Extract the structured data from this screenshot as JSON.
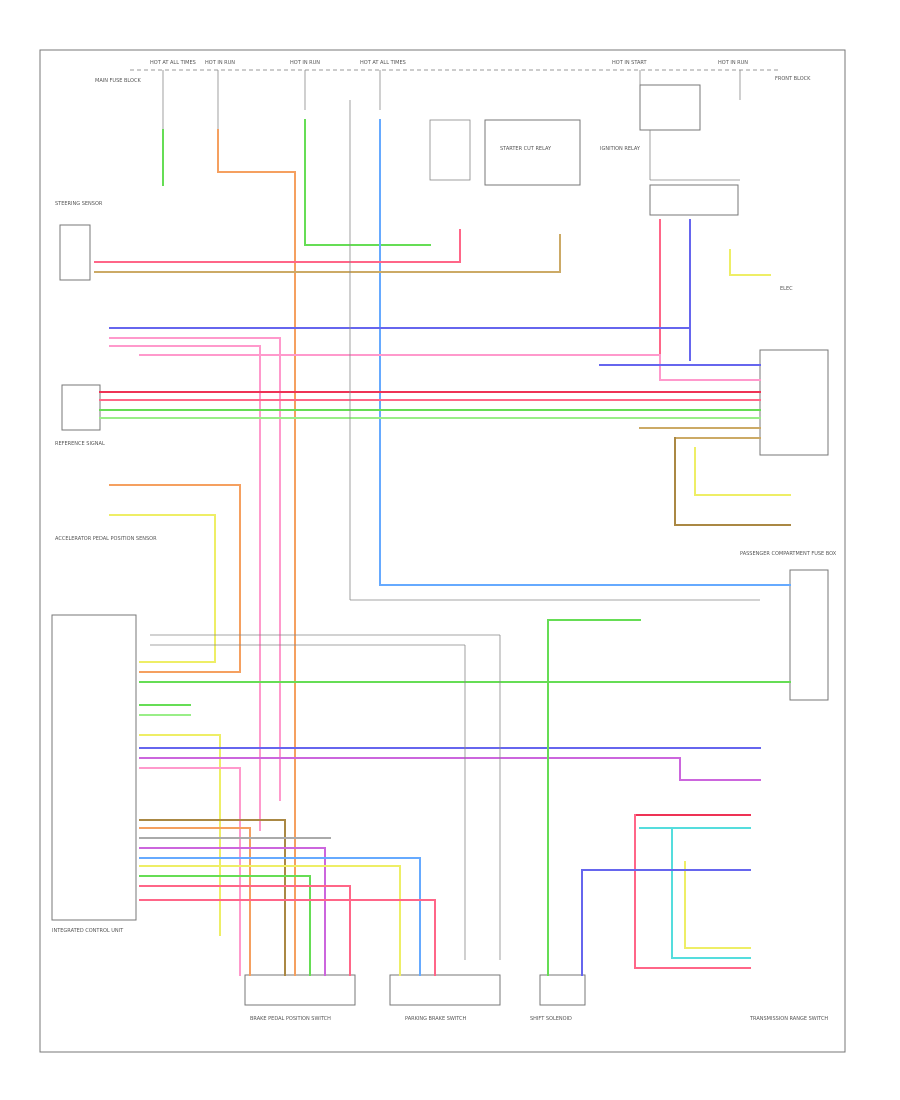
{
  "wire_colors": {
    "green": "#66dd55",
    "light_green": "#99ee88",
    "orange": "#f5a060",
    "pink": "#ff6688",
    "light_pink": "#ff99cc",
    "red": "#ee3355",
    "blue": "#6666ee",
    "light_blue": "#66aaff",
    "violet": "#cc66dd",
    "yellow": "#eeee66",
    "tan": "#ccaa66",
    "brown": "#aa8844",
    "cyan": "#55dddd",
    "gray": "#aaaaaa",
    "frame": "#777777"
  },
  "labels": {
    "fuse_top": [
      "HOT AT ALL TIMES",
      "HOT IN RUN",
      "HOT IN RUN",
      "HOT AT ALL TIMES",
      "HOT IN START",
      "HOT IN RUN"
    ],
    "top_left_block": "MAIN FUSE BLOCK",
    "relay_1": "STARTER CUT RELAY",
    "relay_2": "IGNITION RELAY",
    "switch_left": "STEERING SENSOR",
    "ecm_box": "INTEGRATED CONTROL UNIT",
    "right_top": "FRONT BLOCK",
    "module_right": "PASSENGER COMPARTMENT FUSE BOX",
    "sensor_1": "REFERENCE SIGNAL",
    "sensor_2": "ACCELERATOR PEDAL POSITION SENSOR",
    "bottom_1": "BRAKE PEDAL POSITION SWITCH",
    "bottom_2": "PARKING BRAKE SWITCH",
    "bottom_3": "SHIFT SOLENOID",
    "bottom_4": "TRANSMISSION RANGE SWITCH",
    "corner": "ELEC"
  }
}
